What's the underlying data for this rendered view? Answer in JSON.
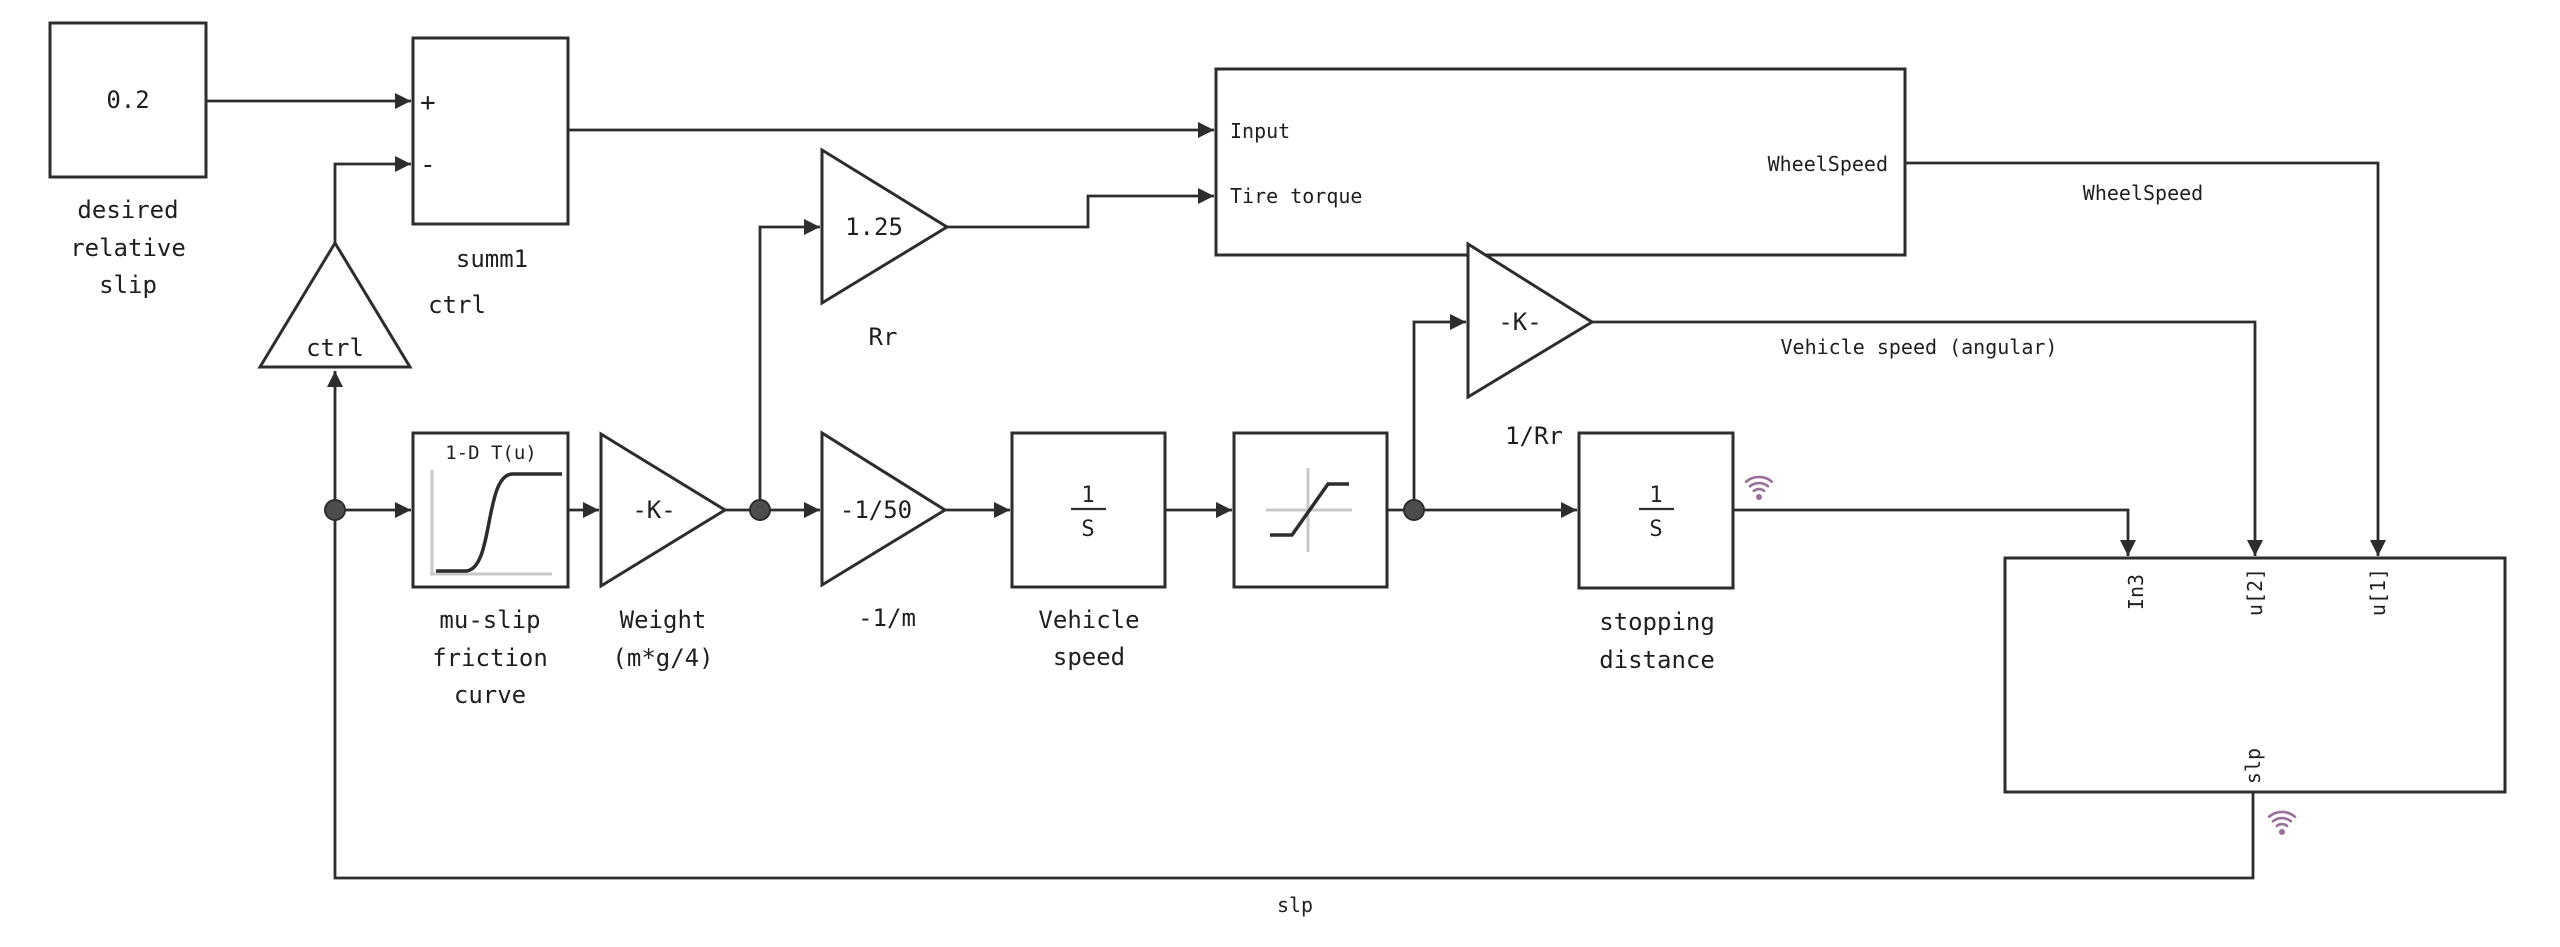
{
  "colors": {
    "line": "#2d2d2d",
    "text": "#1f1f1f",
    "axis": "#c8c8c8",
    "accent": "#996f9b",
    "fill": "#ffffff",
    "dot": "#4d4d4f"
  },
  "blocks": {
    "constant": {
      "value": "0.2",
      "label1": "desired",
      "label2": "relative",
      "label3": "slip"
    },
    "sum": {
      "plus": "+",
      "minus": "-",
      "name": "summ1"
    },
    "ctrl_gain": {
      "value": "ctrl",
      "name": "ctrl"
    },
    "rr_gain": {
      "value": "1.25",
      "name": "Rr"
    },
    "wheel_subsystem": {
      "port_in1": "Input",
      "port_in2": "Tire torque",
      "port_out": "WheelSpeed"
    },
    "inv_rr_gain": {
      "value": "-K-",
      "name": "1/Rr"
    },
    "lookup": {
      "header": "1-D T(u)",
      "label1": "mu-slip",
      "label2": "friction",
      "label3": "curve"
    },
    "weight_gain": {
      "value": "-K-",
      "label1": "Weight",
      "label2": "(m*g/4)"
    },
    "mass_gain": {
      "value": "-1/50",
      "name": "-1/m"
    },
    "vehicle_integrator": {
      "num": "1",
      "den": "S",
      "label1": "Vehicle",
      "label2": "speed"
    },
    "stop_integrator": {
      "num": "1",
      "den": "S",
      "label1": "stopping",
      "label2": "distance"
    },
    "right_subsystem": {
      "port_in3": "In3",
      "port_u2": "u[2]",
      "port_u1": "u[1]",
      "port_slp": "slp"
    }
  },
  "wire_labels": {
    "wheelspeed": "WheelSpeed",
    "vehicle_speed_angular": "Vehicle speed (angular)",
    "slp": "slp"
  }
}
